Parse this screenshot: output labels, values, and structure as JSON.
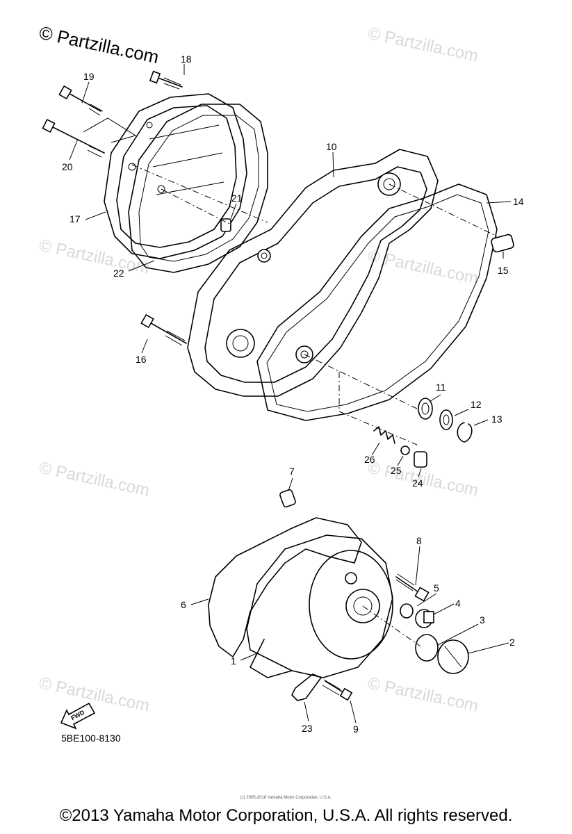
{
  "watermark": {
    "top_left": "© Partzilla.com",
    "repeat": "© Partzilla.com"
  },
  "diagram": {
    "code": "5BE100-8130",
    "fwd_label": "FWD",
    "callouts": [
      "1",
      "2",
      "3",
      "4",
      "5",
      "6",
      "7",
      "8",
      "9",
      "10",
      "11",
      "12",
      "13",
      "14",
      "15",
      "16",
      "17",
      "18",
      "19",
      "20",
      "21",
      "22",
      "23",
      "24",
      "25",
      "26"
    ]
  },
  "footer": {
    "copyright": "©2013 Yamaha Motor Corporation, U.S.A. All rights reserved.",
    "small_print": "(c) 2005-2016 Yamaha Motor Corporation, U.S.A."
  }
}
